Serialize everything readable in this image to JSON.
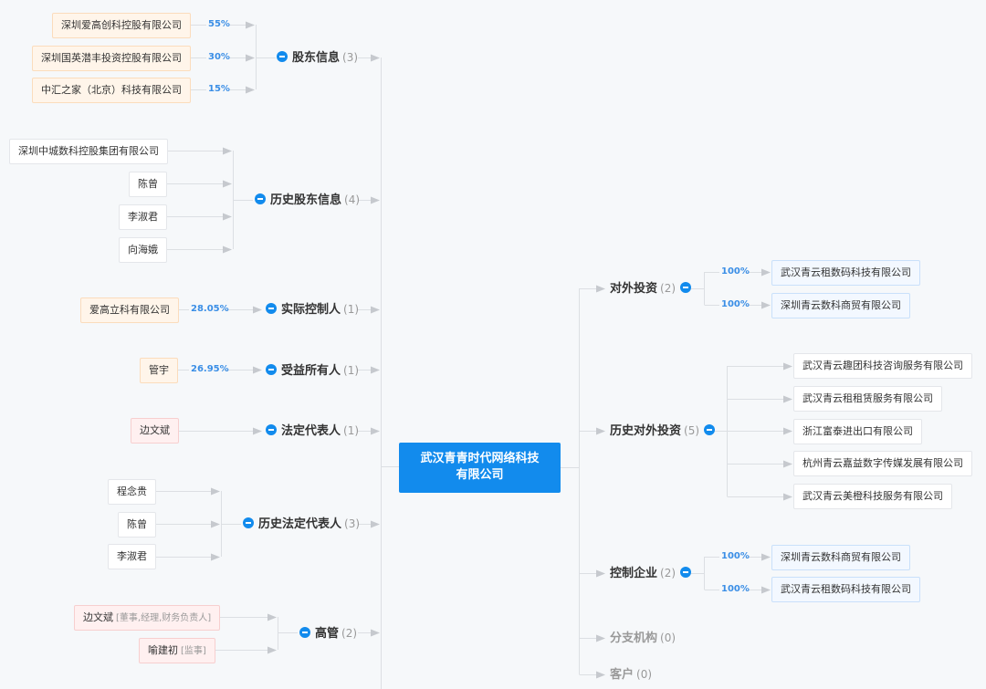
{
  "center": {
    "name_line1": "武汉青青时代网络科技",
    "name_line2": "有限公司"
  },
  "colors": {
    "accent": "#128bed",
    "percent": "#3a8ee6",
    "line": "#dcdfe3",
    "arrow": "#c6c9ce",
    "shareholder_bg": "#fff5ea",
    "person_bg": "#fff0f0",
    "investment_bg": "#f3f8ff"
  },
  "left": {
    "shareholders": {
      "label": "股东信息",
      "count": "(3)",
      "items": [
        {
          "name": "深圳爱高创科控股有限公司",
          "pct": "55%"
        },
        {
          "name": "深圳国英潜丰投资控股有限公司",
          "pct": "30%"
        },
        {
          "name": "中汇之家（北京）科技有限公司",
          "pct": "15%"
        }
      ]
    },
    "history_shareholders": {
      "label": "历史股东信息",
      "count": "(4)",
      "items": [
        {
          "name": "深圳中城数科控股集团有限公司"
        },
        {
          "name": "陈曾"
        },
        {
          "name": "李淑君"
        },
        {
          "name": "向海娥"
        }
      ]
    },
    "actual_controller": {
      "label": "实际控制人",
      "count": "(1)",
      "items": [
        {
          "name": "爱高立科有限公司",
          "pct": "28.05%"
        }
      ]
    },
    "beneficial_owner": {
      "label": "受益所有人",
      "count": "(1)",
      "items": [
        {
          "name": "管宇",
          "pct": "26.95%"
        }
      ]
    },
    "legal_rep": {
      "label": "法定代表人",
      "count": "(1)",
      "items": [
        {
          "name": "边文斌"
        }
      ]
    },
    "history_legal_rep": {
      "label": "历史法定代表人",
      "count": "(3)",
      "items": [
        {
          "name": "程念贵"
        },
        {
          "name": "陈曾"
        },
        {
          "name": "李淑君"
        }
      ]
    },
    "executives": {
      "label": "高管",
      "count": "(2)",
      "items": [
        {
          "name": "边文斌",
          "role": "[董事,经理,财务负责人]"
        },
        {
          "name": "喻建初",
          "role": "[监事]"
        }
      ]
    }
  },
  "right": {
    "investments": {
      "label": "对外投资",
      "count": "(2)",
      "items": [
        {
          "name": "武汉青云租数码科技有限公司",
          "pct": "100%"
        },
        {
          "name": "深圳青云数科商贸有限公司",
          "pct": "100%"
        }
      ]
    },
    "history_investments": {
      "label": "历史对外投资",
      "count": "(5)",
      "items": [
        {
          "name": "武汉青云趣团科技咨询服务有限公司"
        },
        {
          "name": "武汉青云租租赁服务有限公司"
        },
        {
          "name": "浙江富泰进出口有限公司"
        },
        {
          "name": "杭州青云嘉益数字传媒发展有限公司"
        },
        {
          "name": "武汉青云美橙科技服务有限公司"
        }
      ]
    },
    "controlled": {
      "label": "控制企业",
      "count": "(2)",
      "items": [
        {
          "name": "深圳青云数科商贸有限公司",
          "pct": "100%"
        },
        {
          "name": "武汉青云租数码科技有限公司",
          "pct": "100%"
        }
      ]
    },
    "branches": {
      "label": "分支机构",
      "count": "(0)"
    },
    "customers": {
      "label": "客户",
      "count": "(0)"
    }
  }
}
